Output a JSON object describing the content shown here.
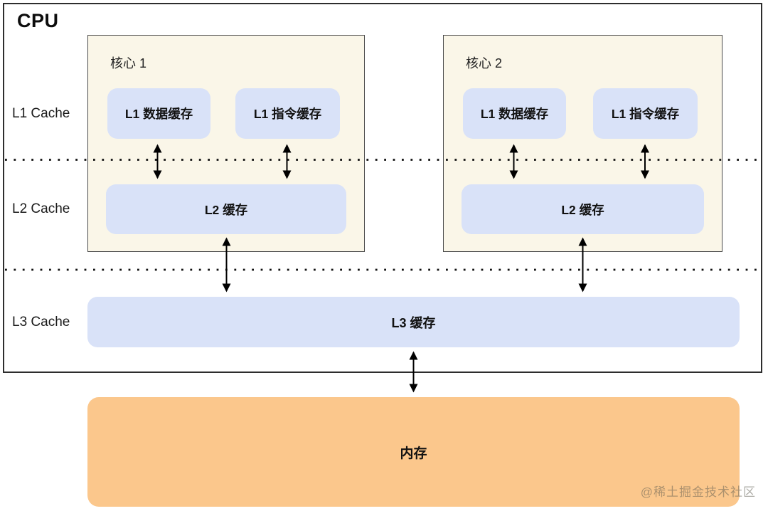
{
  "diagram": {
    "title": "CPU",
    "side_labels": [
      "L1 Cache",
      "L2 Cache",
      "L3 Cache"
    ],
    "cores": [
      {
        "label": "核心 1",
        "l1_data": "L1 数据缓存",
        "l1_instruction": "L1 指令缓存",
        "l2": "L2 缓存"
      },
      {
        "label": "核心 2",
        "l1_data": "L1 数据缓存",
        "l1_instruction": "L1 指令缓存",
        "l2": "L2 缓存"
      }
    ],
    "l3_label": "L3 缓存",
    "memory_label": "内存",
    "watermark": "@稀土掘金技术社区",
    "colors": {
      "core_background": "#faf6e8",
      "cache_fill": "#d9e2f8",
      "memory_fill": "#fbc78c",
      "cpu_border": "#2d2d2d",
      "core_border": "#4a4a4a",
      "arrow": "#000000"
    }
  }
}
